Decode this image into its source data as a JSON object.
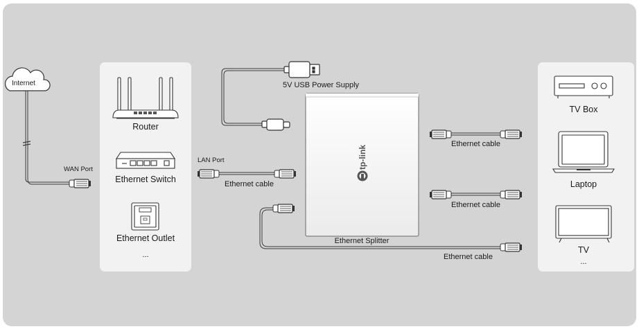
{
  "internet": {
    "label": "Internet"
  },
  "wan_port": {
    "label": "WAN Port"
  },
  "source_devices": {
    "router": "Router",
    "switch": "Ethernet Switch",
    "outlet": "Ethernet Outlet",
    "more": "..."
  },
  "lan_port": {
    "label": "LAN Port"
  },
  "power": {
    "label": "5V USB Power Supply"
  },
  "splitter": {
    "label": "Ethernet Splitter",
    "brand": "tp-link"
  },
  "cables": {
    "input": "Ethernet cable",
    "out1": "Ethernet cable",
    "out2": "Ethernet cable",
    "out3": "Ethernet cable"
  },
  "client_devices": {
    "tvbox": "TV Box",
    "laptop": "Laptop",
    "tv": "TV",
    "more": "..."
  },
  "colors": {
    "outer_bg": "#d4d4d4",
    "panel_bg": "#f2f2f2",
    "line": "#3a3a3a"
  }
}
